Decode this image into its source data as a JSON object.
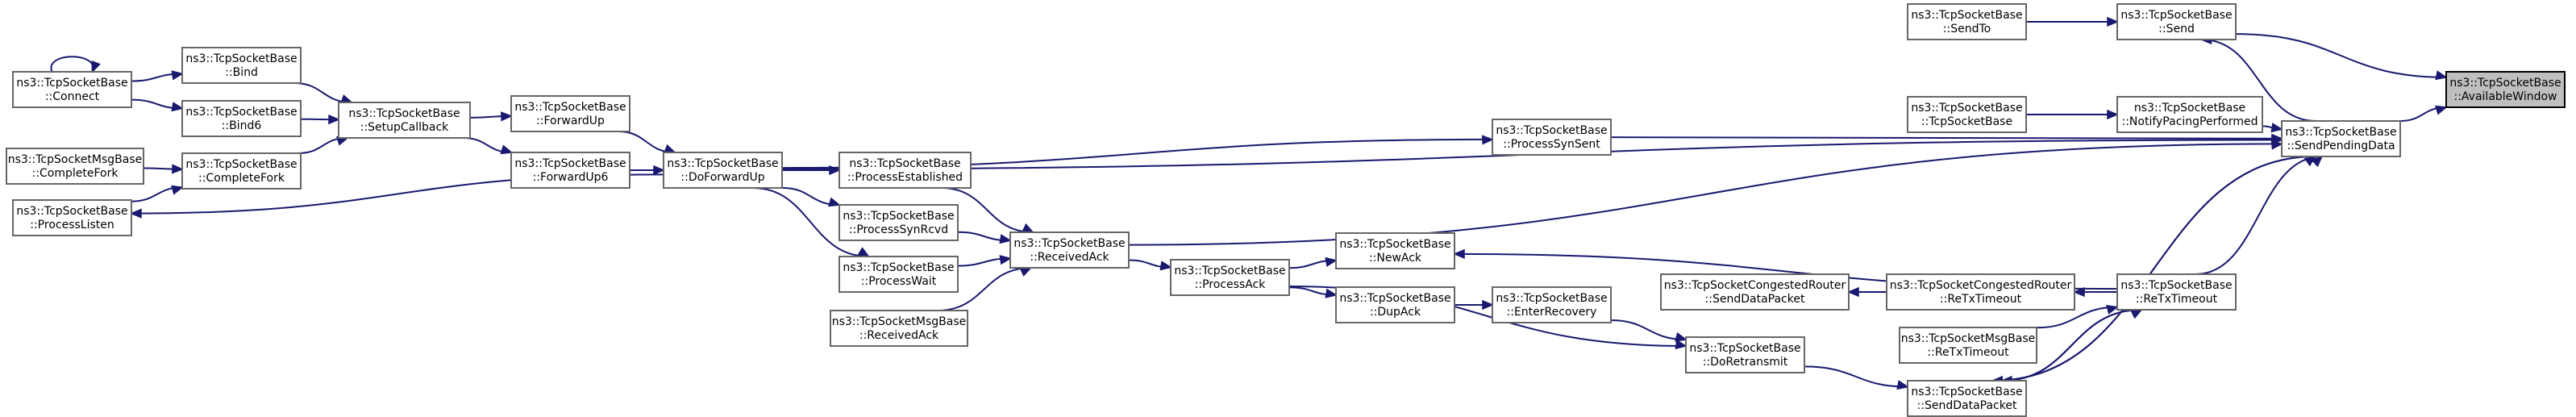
{
  "colors": {
    "edge": "#191970",
    "node_border": "#666666",
    "node_fill": "#ffffff",
    "highlight_fill": "#bfbfbf",
    "highlight_border": "#000000"
  },
  "nodes": [
    {
      "id": "available_window",
      "lines": [
        "ns3::TcpSocketBase",
        "::AvailableWindow"
      ],
      "highlight": true
    },
    {
      "id": "send_pending_data",
      "lines": [
        "ns3::TcpSocketBase",
        "::SendPendingData"
      ]
    },
    {
      "id": "send",
      "lines": [
        "ns3::TcpSocketBase",
        "::Send"
      ]
    },
    {
      "id": "send_to",
      "lines": [
        "ns3::TcpSocketBase",
        "::SendTo"
      ]
    },
    {
      "id": "notify_pacing",
      "lines": [
        "ns3::TcpSocketBase",
        "::NotifyPacingPerformed"
      ]
    },
    {
      "id": "tcp_socket_base_ctor",
      "lines": [
        "ns3::TcpSocketBase",
        "::TcpSocketBase"
      ]
    },
    {
      "id": "process_syn_sent",
      "lines": [
        "ns3::TcpSocketBase",
        "::ProcessSynSent"
      ]
    },
    {
      "id": "do_forward_up",
      "lines": [
        "ns3::TcpSocketBase",
        "::DoForwardUp"
      ]
    },
    {
      "id": "forward_up",
      "lines": [
        "ns3::TcpSocketBase",
        "::ForwardUp"
      ]
    },
    {
      "id": "forward_up6",
      "lines": [
        "ns3::TcpSocketBase",
        "::ForwardUp6"
      ]
    },
    {
      "id": "setup_callback",
      "lines": [
        "ns3::TcpSocketBase",
        "::SetupCallback"
      ]
    },
    {
      "id": "bind",
      "lines": [
        "ns3::TcpSocketBase",
        "::Bind"
      ]
    },
    {
      "id": "bind6",
      "lines": [
        "ns3::TcpSocketBase",
        "::Bind6"
      ]
    },
    {
      "id": "connect",
      "lines": [
        "ns3::TcpSocketBase",
        "::Connect"
      ]
    },
    {
      "id": "complete_fork",
      "lines": [
        "ns3::TcpSocketBase",
        "::CompleteFork"
      ]
    },
    {
      "id": "msg_complete_fork",
      "lines": [
        "ns3::TcpSocketMsgBase",
        "::CompleteFork"
      ]
    },
    {
      "id": "process_listen",
      "lines": [
        "ns3::TcpSocketBase",
        "::ProcessListen"
      ]
    },
    {
      "id": "process_established",
      "lines": [
        "ns3::TcpSocketBase",
        "::ProcessEstablished"
      ]
    },
    {
      "id": "process_syn_rcvd",
      "lines": [
        "ns3::TcpSocketBase",
        "::ProcessSynRcvd"
      ]
    },
    {
      "id": "process_wait",
      "lines": [
        "ns3::TcpSocketBase",
        "::ProcessWait"
      ]
    },
    {
      "id": "msg_received_ack",
      "lines": [
        "ns3::TcpSocketMsgBase",
        "::ReceivedAck"
      ]
    },
    {
      "id": "received_ack",
      "lines": [
        "ns3::TcpSocketBase",
        "::ReceivedAck"
      ]
    },
    {
      "id": "process_ack",
      "lines": [
        "ns3::TcpSocketBase",
        "::ProcessAck"
      ]
    },
    {
      "id": "new_ack",
      "lines": [
        "ns3::TcpSocketBase",
        "::NewAck"
      ]
    },
    {
      "id": "dup_ack",
      "lines": [
        "ns3::TcpSocketBase",
        "::DupAck"
      ]
    },
    {
      "id": "enter_recovery",
      "lines": [
        "ns3::TcpSocketBase",
        "::EnterRecovery"
      ]
    },
    {
      "id": "do_retransmit",
      "lines": [
        "ns3::TcpSocketBase",
        "::DoRetransmit"
      ]
    },
    {
      "id": "send_data_packet",
      "lines": [
        "ns3::TcpSocketBase",
        "::SendDataPacket"
      ]
    },
    {
      "id": "re_tx_timeout",
      "lines": [
        "ns3::TcpSocketBase",
        "::ReTxTimeout"
      ]
    },
    {
      "id": "congested_re_tx_timeout",
      "lines": [
        "ns3::TcpSocketCongestedRouter",
        "::ReTxTimeout"
      ]
    },
    {
      "id": "congested_send_data_packet",
      "lines": [
        "ns3::TcpSocketCongestedRouter",
        "::SendDataPacket"
      ]
    },
    {
      "id": "msg_re_tx_timeout",
      "lines": [
        "ns3::TcpSocketMsgBase",
        "::ReTxTimeout"
      ]
    }
  ],
  "edges": [
    {
      "from": "send",
      "to": "available_window"
    },
    {
      "from": "send_pending_data",
      "to": "available_window"
    },
    {
      "from": "send_to",
      "to": "send"
    },
    {
      "from": "send_pending_data",
      "to": "send"
    },
    {
      "from": "do_forward_up",
      "to": "send_pending_data"
    },
    {
      "from": "notify_pacing",
      "to": "send_pending_data"
    },
    {
      "from": "process_syn_sent",
      "to": "send_pending_data"
    },
    {
      "from": "received_ack",
      "to": "send_pending_data"
    },
    {
      "from": "re_tx_timeout",
      "to": "send_pending_data"
    },
    {
      "from": "send_data_packet",
      "to": "send_pending_data"
    },
    {
      "from": "tcp_socket_base_ctor",
      "to": "notify_pacing"
    },
    {
      "from": "do_forward_up",
      "to": "process_syn_sent"
    },
    {
      "from": "forward_up",
      "to": "do_forward_up"
    },
    {
      "from": "forward_up6",
      "to": "do_forward_up"
    },
    {
      "from": "setup_callback",
      "to": "forward_up"
    },
    {
      "from": "setup_callback",
      "to": "forward_up6"
    },
    {
      "from": "bind",
      "to": "setup_callback"
    },
    {
      "from": "bind6",
      "to": "setup_callback"
    },
    {
      "from": "complete_fork",
      "to": "setup_callback"
    },
    {
      "from": "connect",
      "to": "bind"
    },
    {
      "from": "connect",
      "to": "bind6"
    },
    {
      "from": "connect",
      "to": "connect"
    },
    {
      "from": "msg_complete_fork",
      "to": "complete_fork"
    },
    {
      "from": "process_listen",
      "to": "complete_fork"
    },
    {
      "from": "do_forward_up",
      "to": "process_listen"
    },
    {
      "from": "do_forward_up",
      "to": "process_established"
    },
    {
      "from": "do_forward_up",
      "to": "process_syn_rcvd"
    },
    {
      "from": "do_forward_up",
      "to": "process_wait"
    },
    {
      "from": "process_established",
      "to": "received_ack"
    },
    {
      "from": "process_syn_rcvd",
      "to": "received_ack"
    },
    {
      "from": "process_wait",
      "to": "received_ack"
    },
    {
      "from": "msg_received_ack",
      "to": "received_ack"
    },
    {
      "from": "received_ack",
      "to": "process_ack"
    },
    {
      "from": "process_ack",
      "to": "new_ack"
    },
    {
      "from": "process_ack",
      "to": "dup_ack"
    },
    {
      "from": "process_ack",
      "to": "do_retransmit"
    },
    {
      "from": "re_tx_timeout",
      "to": "new_ack"
    },
    {
      "from": "dup_ack",
      "to": "enter_recovery"
    },
    {
      "from": "enter_recovery",
      "to": "do_retransmit"
    },
    {
      "from": "do_retransmit",
      "to": "send_data_packet"
    },
    {
      "from": "re_tx_timeout",
      "to": "send_data_packet"
    },
    {
      "from": "send_pending_data",
      "to": "send_data_packet"
    },
    {
      "from": "re_tx_timeout",
      "to": "congested_re_tx_timeout"
    },
    {
      "from": "msg_re_tx_timeout",
      "to": "re_tx_timeout"
    },
    {
      "from": "send_data_packet",
      "to": "re_tx_timeout"
    },
    {
      "from": "congested_re_tx_timeout",
      "to": "congested_send_data_packet"
    }
  ]
}
